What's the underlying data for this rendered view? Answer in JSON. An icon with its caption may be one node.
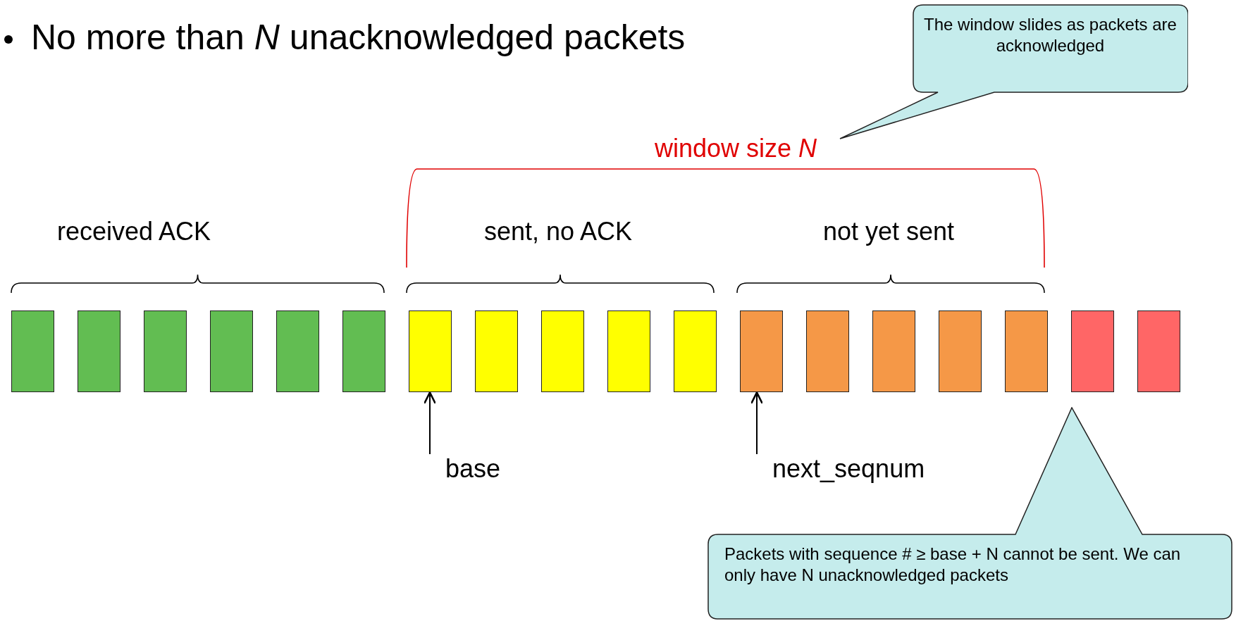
{
  "diagram": {
    "title": "No more than *N* unacknowledged packets",
    "nodes": [
      {
        "text": [
          "The window slides as packets are acknowledged"
        ]
      },
      {
        "text": [],
        "shape": "box"
      },
      {
        "text": [],
        "shape": "box"
      },
      {
        "text": [],
        "shape": "box"
      },
      {
        "text": [],
        "shape": "box"
      },
      {
        "text": [],
        "shape": "box"
      },
      {
        "text": [],
        "shape": "box"
      },
      {
        "text": [],
        "shape": "box"
      },
      {
        "text": [],
        "shape": "box"
      },
      {
        "text": [],
        "shape": "box"
      },
      {
        "text": [],
        "shape": "box"
      },
      {
        "text": [],
        "shape": "box"
      },
      {
        "text": [],
        "shape": "box"
      },
      {
        "text": [],
        "shape": "box"
      },
      {
        "text": [],
        "shape": "box"
      },
      {
        "text": [],
        "shape": "box"
      },
      {
        "text": [],
        "shape": "box"
      },
      {
        "text": [],
        "shape": "box"
      },
      {
        "text": [],
        "shape": "box"
      },
      {
        "text": [
          "base"
        ]
      },
      {
        "text": [
          "next_seqnum"
        ]
      },
      {
        "text": [
          "Packets with sequence # ≥ base + N cannot be sent. We can only have N unacknowledged packets"
        ]
      }
    ],
    "edges": [
      {
        "from": 19,
        "to": 7,
        "arrow": "to"
      },
      {
        "from": 20,
        "to": 12,
        "arrow": "to"
      }
    ],
    "labels": [
      "window size *N*",
      "received ACK",
      "sent, no ACK",
      "not yet sent"
    ]
  }
}
